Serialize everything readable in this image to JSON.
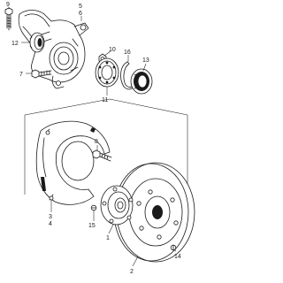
{
  "callouts": {
    "c9": "9",
    "c5": "5",
    "c6": "6",
    "c12": "12",
    "c10": "10",
    "c7": "7",
    "c16": "16",
    "c13": "13",
    "c11": "11",
    "c8": "8",
    "c3": "3",
    "c4": "4",
    "c15": "15",
    "c1": "1",
    "c14": "14",
    "c2": "2"
  }
}
